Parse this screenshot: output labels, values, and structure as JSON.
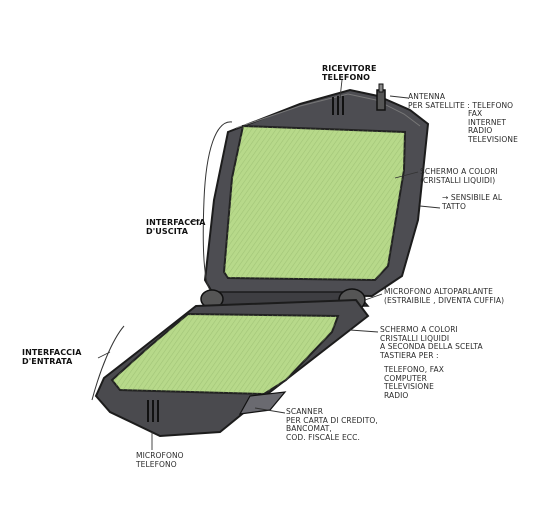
{
  "labels": {
    "ricevitore": [
      "RICEVITORE",
      "TELEFONO"
    ],
    "antenna": [
      "ANTENNA",
      "PER SATELLITE : TELEFONO"
    ],
    "antenna_uses": [
      "FAX",
      "INTERNET",
      "RADIO",
      "TELEVISIONE"
    ],
    "schermo_top": [
      "SCHERMO A COLORI",
      "(CRISTALLI LIQUIDI)"
    ],
    "sensibile": [
      "→ SENSIBILE AL",
      "TATTO"
    ],
    "interfaccia_uscita": [
      "INTERFACCIA",
      "D'USCITA"
    ],
    "microfono_alt": [
      "MICROFONO ALTOPARLANTE",
      "(ESTRAIBILE , DIVENTA CUFFIA)"
    ],
    "schermo_bottom": [
      "SCHERMO A COLORI",
      "CRISTALLI LIQUIDI",
      "A SECONDA DELLA SCELTA",
      "TASTIERA   PER :"
    ],
    "bottom_uses": [
      "TELEFONO, FAX",
      "COMPUTER",
      "TELEVISIONE",
      "RADIO"
    ],
    "interfaccia_entrata": [
      "INTERFACCIA",
      "D'ENTRATA"
    ],
    "scanner": [
      "SCANNER",
      "PER CARTA DI CREDITO,",
      "BANCOMAT,",
      "COD. FISCALE ECC."
    ],
    "microfono_tel": [
      "MICROFONO",
      "TELEFONO"
    ]
  },
  "colors": {
    "screen_green": "#b7d98a",
    "body_dark": "#4a4a4e",
    "ink": "#222222"
  }
}
